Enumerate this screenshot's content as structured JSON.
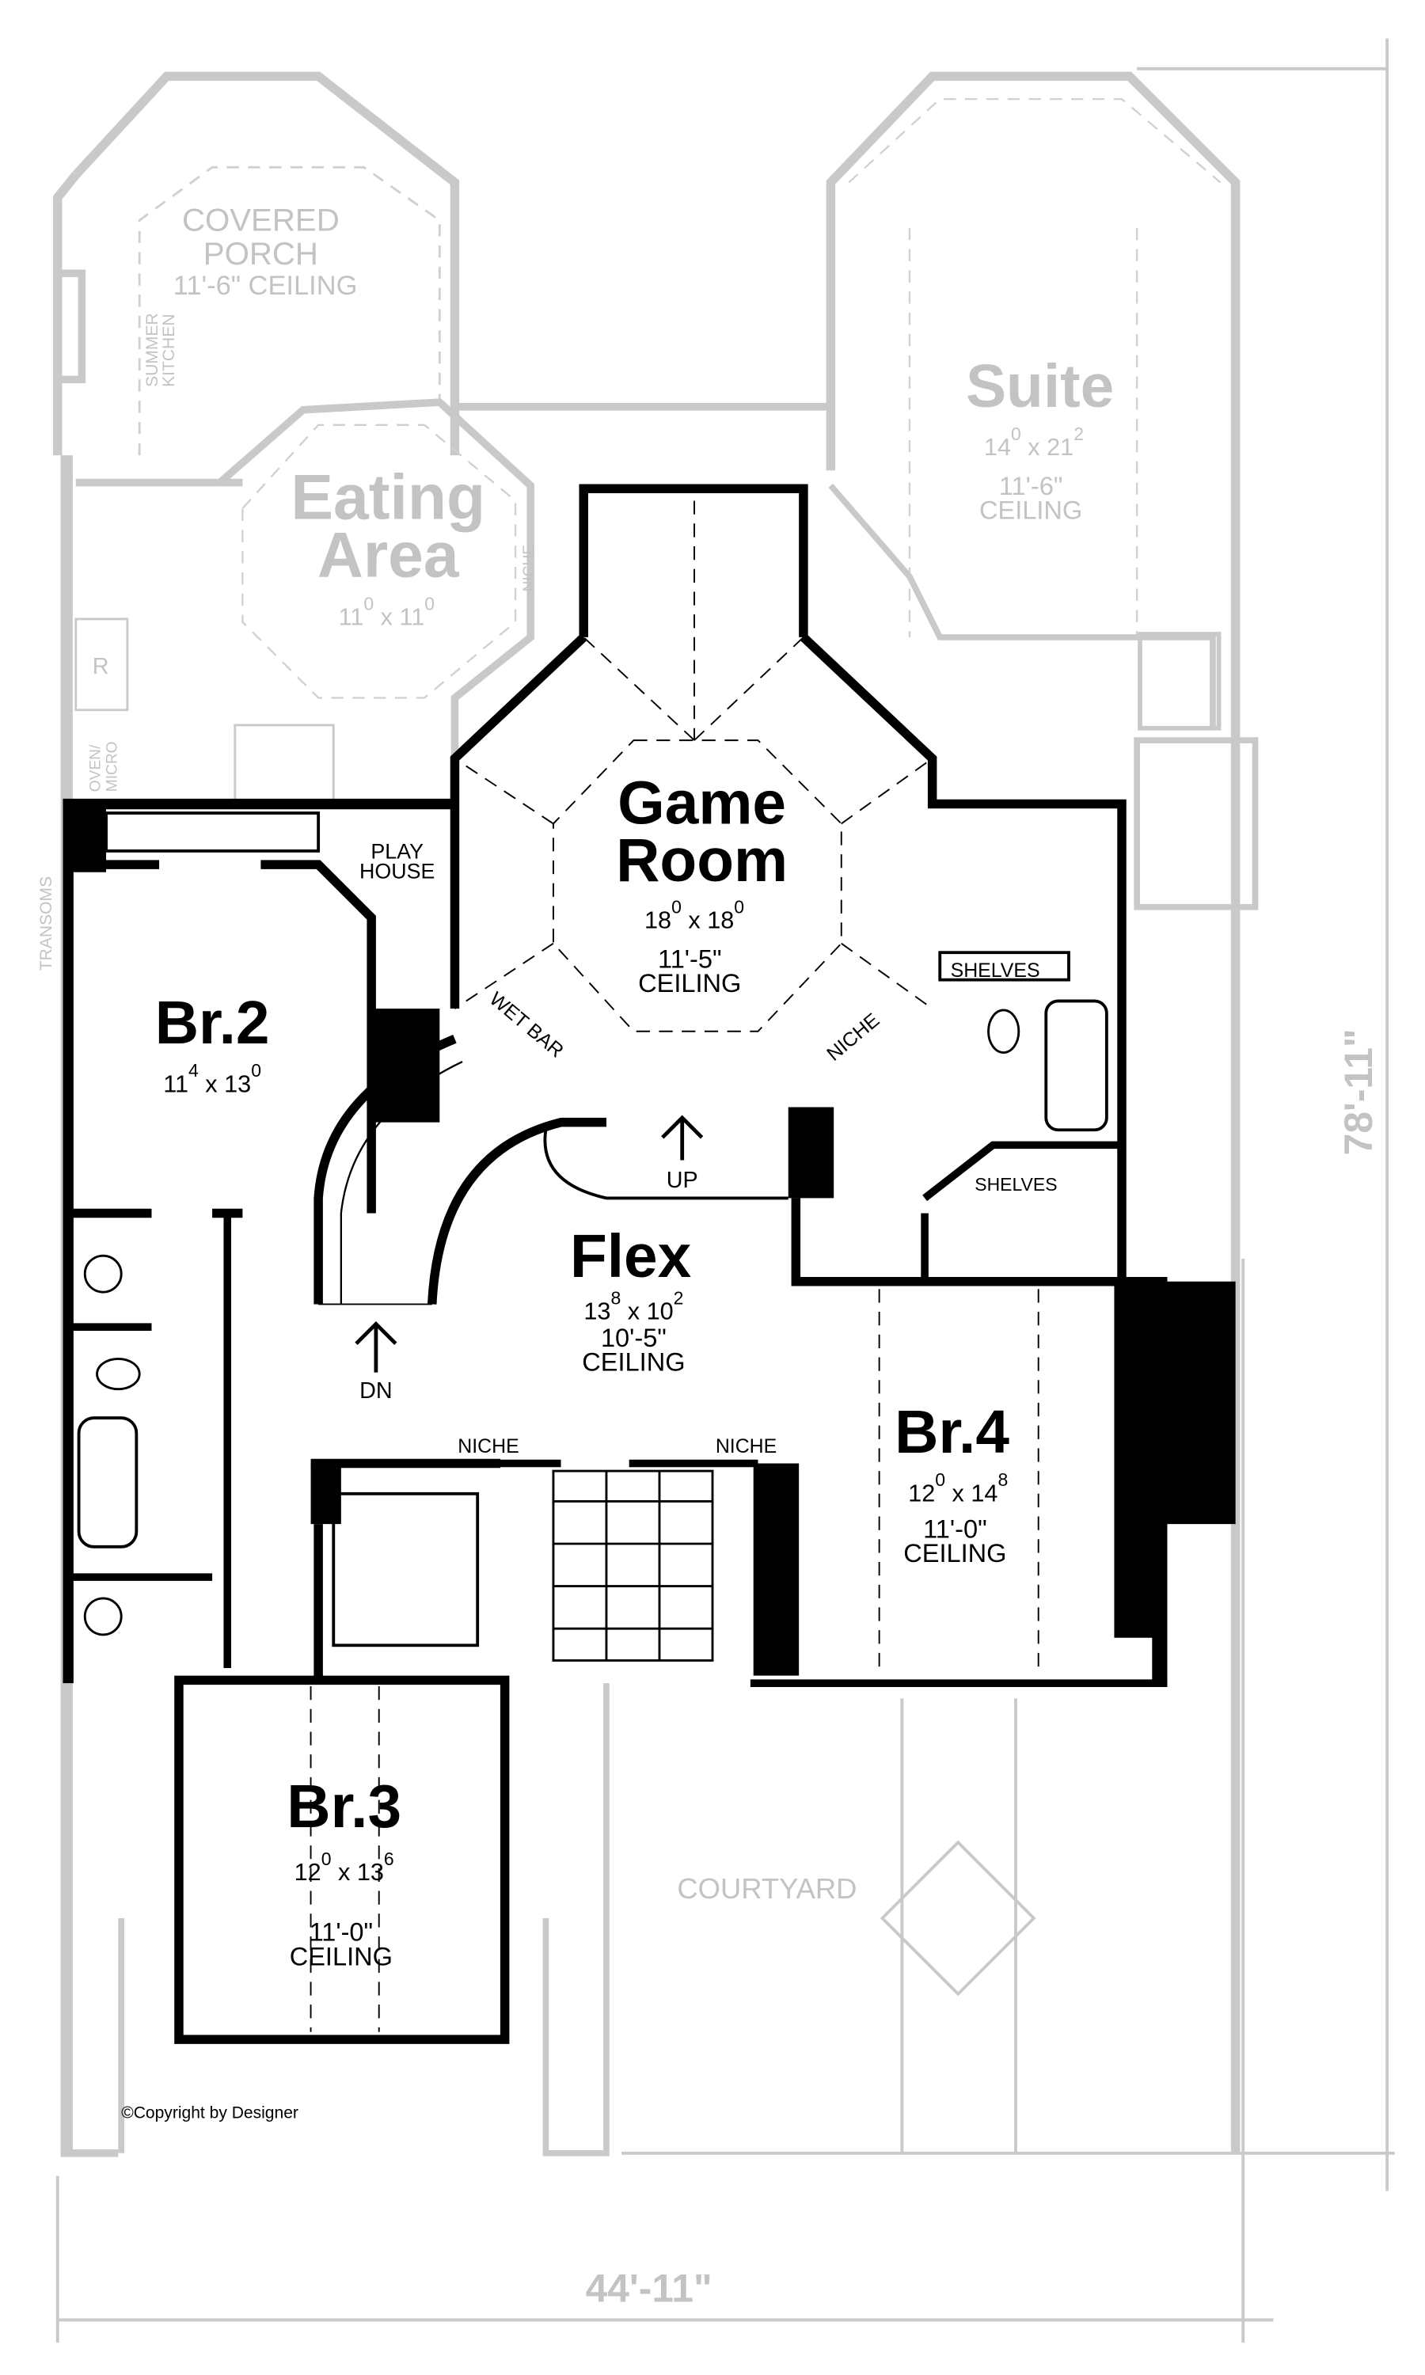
{
  "plan": {
    "colors": {
      "active_walls": "#000000",
      "context_walls": "#c9c9c9",
      "background": "#ffffff"
    },
    "context_rooms": [
      {
        "name": "COVERED",
        "name2": "PORCH",
        "ceiling": "11'-6\" CEILING"
      },
      {
        "name": "Eating",
        "name2": "Area",
        "w_ft": "11",
        "w_in": "0",
        "d_ft": "11",
        "d_in": "0"
      },
      {
        "name": "Suite",
        "w_ft": "14",
        "w_in": "0",
        "d_ft": "21",
        "d_in": "2",
        "ceiling_height": "11'-6\"",
        "ceiling": "CEILING"
      },
      {
        "name": "COURTYARD"
      }
    ],
    "context_labels": {
      "summer": "SUMMER",
      "kitchen": "KITCHEN",
      "r": "R",
      "oven": "OVEN/",
      "micro": "MICRO",
      "transoms": "TRANSOMS",
      "niche": "NICHE"
    },
    "rooms": [
      {
        "name": "Game",
        "name2": "Room",
        "w_ft": "18",
        "w_in": "0",
        "d_ft": "18",
        "d_in": "0",
        "ceiling_height": "11'-5\"",
        "ceiling": "CEILING"
      },
      {
        "name": "Br.2",
        "w_ft": "11",
        "w_in": "4",
        "d_ft": "13",
        "d_in": "0"
      },
      {
        "name": "Flex",
        "w_ft": "13",
        "w_in": "8",
        "d_ft": "10",
        "d_in": "2",
        "ceiling_height": "10'-5\"",
        "ceiling": "CEILING"
      },
      {
        "name": "Br.4",
        "w_ft": "12",
        "w_in": "0",
        "d_ft": "14",
        "d_in": "8",
        "ceiling_height": "11'-0\"",
        "ceiling": "CEILING"
      },
      {
        "name": "Br.3",
        "w_ft": "12",
        "w_in": "0",
        "d_ft": "13",
        "d_in": "6",
        "ceiling_height": "11'-0\"",
        "ceiling": "CEILING"
      }
    ],
    "labels": {
      "play": "PLAY",
      "house": "HOUSE",
      "wet_bar": "WET BAR",
      "niche": "NICHE",
      "shelves": "SHELVES",
      "up": "UP",
      "dn": "DN",
      "copyright": "©Copyright by Designer"
    },
    "dimensions": {
      "depth": "78'-11\"",
      "width": "44'-11\""
    }
  }
}
